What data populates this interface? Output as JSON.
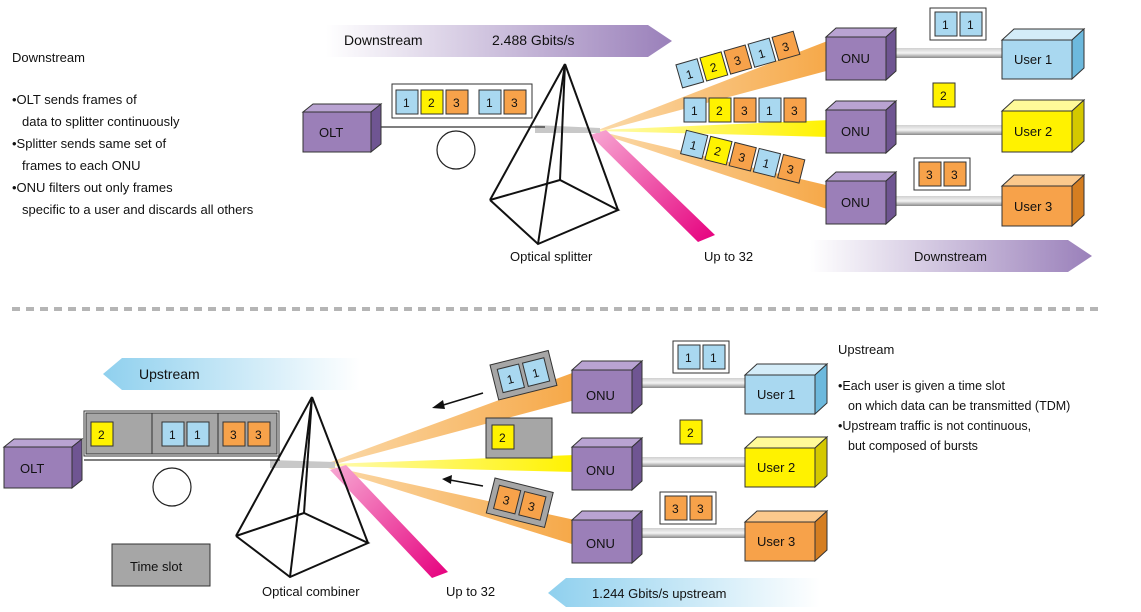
{
  "downstream": {
    "heading": "Downstream",
    "bullets": [
      [
        "•OLT sends frames of",
        "data to splitter continuously"
      ],
      [
        "•Splitter sends same set of",
        "frames to each ONU"
      ],
      [
        "•ONU filters out only frames",
        "specific to a user and discards all others"
      ]
    ],
    "arrow_label": "Downstream",
    "rate": "2.488 Gbits/s",
    "olt_label": "OLT",
    "onu_label": "ONU",
    "users": [
      "User 1",
      "User 2",
      "User 3"
    ],
    "splitter_label": "Optical splitter",
    "up_to": "Up to 32",
    "bottom_arrow_label": "Downstream",
    "frames": [
      "1",
      "2",
      "3",
      "1",
      "3"
    ],
    "user_frames": [
      [
        "1",
        "1"
      ],
      [
        "2"
      ],
      [
        "3",
        "3"
      ]
    ]
  },
  "upstream": {
    "heading": "Upstream",
    "bullets": [
      [
        "•Each user is given a time slot",
        "on which data can be transmitted (TDM)"
      ],
      [
        "•Upstream traffic is not continuous,",
        "but composed of bursts"
      ]
    ],
    "arrow_label": "Upstream",
    "olt_label": "OLT",
    "onu_label": "ONU",
    "users": [
      "User 1",
      "User 2",
      "User 3"
    ],
    "combiner_label": "Optical combiner",
    "up_to": "Up to 32",
    "rate": "1.244 Gbits/s upstream",
    "time_slot_label": "Time slot",
    "slot_frames": [
      [
        "2"
      ],
      [
        "1",
        "1"
      ],
      [
        "3",
        "3"
      ]
    ],
    "user_frames": [
      [
        "1",
        "1"
      ],
      [
        "2"
      ],
      [
        "3",
        "3"
      ]
    ]
  },
  "colors": {
    "purple": "#9b7fb8",
    "user1": "#a9d8f0",
    "user2": "#fff200",
    "user3": "#f7a24a",
    "magenta": "#e6007e",
    "slot_gray": "#a6a6a6"
  }
}
